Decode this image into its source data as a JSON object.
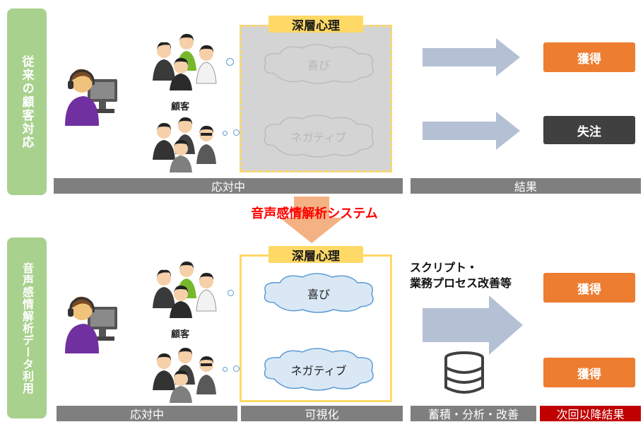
{
  "section1": {
    "side_label": "従来の顧客対応",
    "deep_tag": "深層心理",
    "cloud_joy": "喜び",
    "cloud_negative": "ネガティブ",
    "customer_label": "顧客",
    "bar_responding": "応対中",
    "bar_result": "結果",
    "result_win": "獲得",
    "result_loss": "失注"
  },
  "transition_label": "音声感情解析システム",
  "section2": {
    "side_label": "音声感情解析データ利用",
    "deep_tag": "深層心理",
    "cloud_joy": "喜び",
    "cloud_negative": "ネガティブ",
    "customer_label": "顧客",
    "improvement_line1": "スクリプト・",
    "improvement_line2": "業務プロセス改善等",
    "bar_responding": "応対中",
    "bar_visualize": "可視化",
    "bar_analyze": "蓄積・分析・改善",
    "bar_next": "次回以降結果",
    "result_win_1": "獲得",
    "result_win_2": "獲得"
  },
  "colors": {
    "side_green": "#a9d18e",
    "bar_gray": "#7f7f7f",
    "bar_red": "#c00000",
    "orange": "#ed7d31",
    "dark": "#404040",
    "tag_yellow": "#ffd966",
    "arrow_blue": "#b4c0d4",
    "cloud_blue": "#dae8f5",
    "highlight_red": "#ff0000"
  }
}
